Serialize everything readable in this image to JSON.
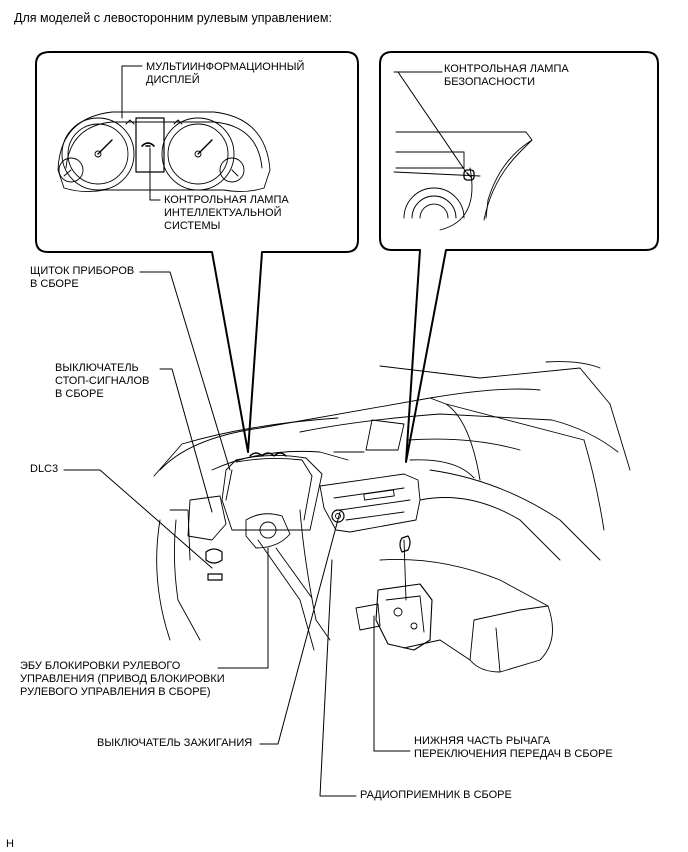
{
  "header": {
    "title": "Для моделей с левосторонним рулевым управлением:"
  },
  "callouts": {
    "multi_display": [
      "МУЛЬТИИНФОРМАЦИОННЫЙ",
      "ДИСПЛЕЙ"
    ],
    "smart_lamp": [
      "КОНТРОЛЬНАЯ ЛАМПА",
      "ИНТЕЛЛЕКТУАЛЬНОЙ",
      "СИСТЕМЫ"
    ],
    "security_lamp": [
      "КОНТРОЛЬНАЯ ЛАМПА",
      "БЕЗОПАСНОСТИ"
    ]
  },
  "labels": {
    "combination_meter": [
      "ЩИТОК ПРИБОРОВ",
      "В СБОРЕ"
    ],
    "stop_lamp_switch": [
      "ВЫКЛЮЧАТЕЛЬ",
      "СТОП-СИГНАЛОВ",
      "В СБОРЕ"
    ],
    "dlc3": "DLC3",
    "steering_lock_ecu": [
      "ЭБУ БЛОКИРОВКИ РУЛЕВОГО",
      "УПРАВЛЕНИЯ (ПРИВОД БЛОКИРОВКИ",
      "РУЛЕВОГО УПРАВЛЕНИЯ В СБОРЕ)"
    ],
    "ignition_switch": "ВЫКЛЮЧАТЕЛЬ ЗАЖИГАНИЯ",
    "shift_lever": [
      "НИЖНЯЯ ЧАСТЬ РЫЧАГА",
      "ПЕРЕКЛЮЧЕНИЯ ПЕРЕДАЧ В СБОРЕ"
    ],
    "radio_receiver": "РАДИОПРИЕМНИК В СБОРЕ"
  },
  "footer": {
    "code": "H"
  }
}
